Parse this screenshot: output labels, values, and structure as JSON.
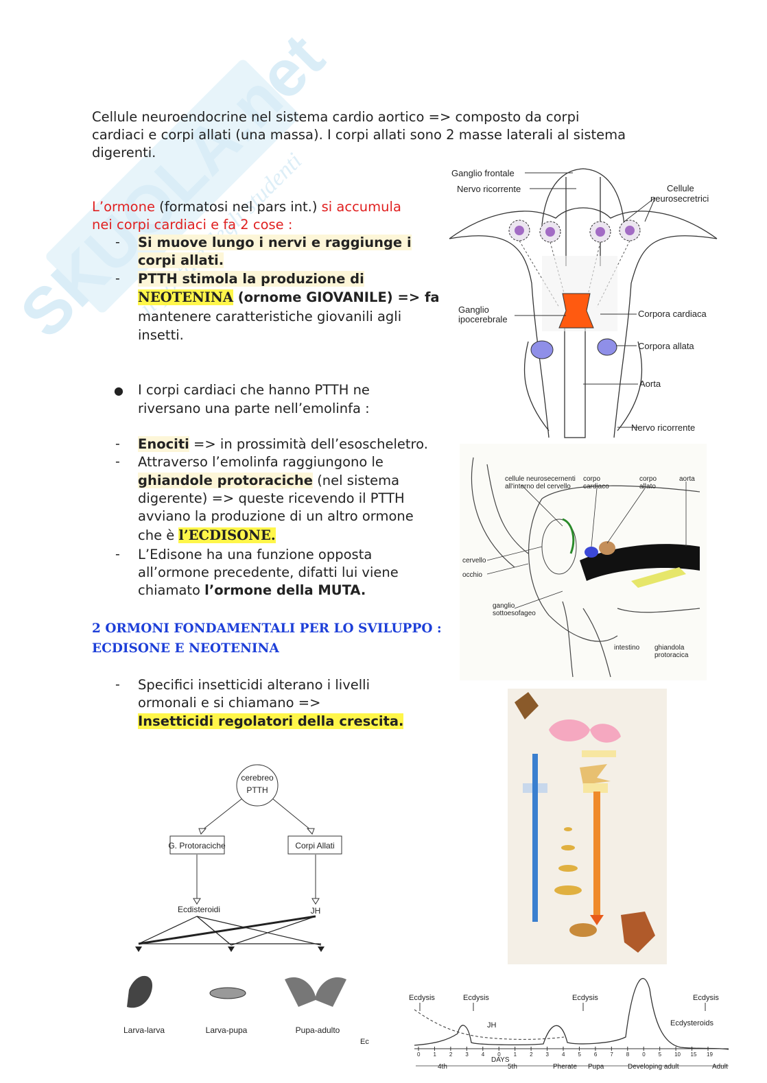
{
  "watermark": {
    "brand": "SKUOLA.net",
    "tagline": "il portale degli studenti"
  },
  "intro": {
    "line1": "Cellule neuroendocrine nel sistema cardio aortico => composto da corpi",
    "line2": "cardiaci e corpi allati (una massa). I corpi allati sono 2 masse laterali al sistema",
    "line3": "digerenti."
  },
  "para1": {
    "a": "L’ormone",
    "b": " (formatosi nel pars int.) ",
    "c": "si accumula",
    "d": "nei corpi cardiaci e fa 2 cose :"
  },
  "list1": {
    "item1_l1": "Si muove lungo i nervi e raggiunge i",
    "item1_l2": "corpi allati.",
    "item2_l1": "PTTH stimola la produzione di",
    "item2_neo": "NEOTENINA",
    "item2_rest": " (ornome GIOVANILE) => fa",
    "item2_l3": "mantenere caratteristiche giovanili agli",
    "item2_l4": "insetti."
  },
  "bullet": {
    "l1": "I corpi cardiaci che hanno PTTH ne",
    "l2": "riversano una parte nell’emolinfa :"
  },
  "list2": {
    "enociti": "Enociti",
    "enociti_rest": " => in prossimità dell’esoscheletro.",
    "att_l1": "Attraverso l’emolinfa raggiungono le",
    "gh": "ghiandole protoraciche",
    "gh_rest": " (nel sistema",
    "att_l3": "digerente) => queste ricevendo il PTTH",
    "att_l4": "avviano la produzione di un altro ormone",
    "att_l5a": "che è ",
    "ecd": "l’ECDISONE.",
    "ed_l1": "L’Edisone ha una funzione opposta",
    "ed_l2": "all’ormone precedente, difatti lui viene",
    "ed_l3a": "chiamato ",
    "ed_l3b": "l’ormone della MUTA."
  },
  "heading": {
    "l1": "2 ORMONI FONDAMENTALI PER LO SVILUPPO :",
    "l2": "ECDISONE E NEOTENINA"
  },
  "list3": {
    "l1": "Specifici insetticidi alterano i livelli",
    "l2": "ormonali e si chiamano =>",
    "l3": "Insetticidi regolatori della crescita."
  },
  "fig1": {
    "ganglio_frontale": "Ganglio frontale",
    "nervo_ricorrente": "Nervo ricorrente",
    "cellule_1": "Cellule",
    "cellule_2": "neurosecretrici",
    "ganglio_ipo_1": "Ganglio",
    "ganglio_ipo_2": "ipocerebrale",
    "corpora_cardiaca": "Corpora cardiaca",
    "corpora_allata": "Corpora allata",
    "aorta": "Aorta",
    "nervo_ricorrente_2": "Nervo ricorrente"
  },
  "fig2": {
    "cellule_1": "cellule neurosecernenti",
    "cellule_2": "all'interno del cervello",
    "corpo_c1": "corpo",
    "corpo_c2": "cardiaco",
    "corpo_a1": "corpo",
    "corpo_a2": "allato",
    "aorta": "aorta",
    "cervello": "cervello",
    "occhio": "occhio",
    "ganglio_1": "ganglio",
    "ganglio_2": "sottoesofageo",
    "intestino": "intestino",
    "ghiandola_1": "ghiandola",
    "ghiandola_2": "protoracica"
  },
  "fig3": {
    "cerebreo": "cerebreo",
    "ptth": "PTTH",
    "protoraciche": "G. Protoraciche",
    "corpi_allati": "Corpi  Allati",
    "ecdisteroidi": "Ecdisteroidi",
    "jh": "JH",
    "larva_larva": "Larva-larva",
    "larva_pupa": "Larva-pupa",
    "pupa_adulto": "Pupa-adulto",
    "fragment": "Ec"
  },
  "fig5": {
    "ecdysis": "Ecdysis",
    "jh": "JH",
    "ecdysteroids": "Ecdysteroids",
    "days": "DAYS",
    "stage_4th": "4th",
    "stage_5th": "5th",
    "stage_pherate": "Pherate",
    "stage_pupa": "Pupa",
    "stage_dev": "Developing adult",
    "stage_adult": "Adult",
    "ticks": [
      "0",
      "1",
      "2",
      "3",
      "4",
      "0",
      "1",
      "2",
      "3",
      "4",
      "5",
      "6",
      "7",
      "8",
      "0",
      "5",
      "10",
      "15",
      "19"
    ]
  }
}
